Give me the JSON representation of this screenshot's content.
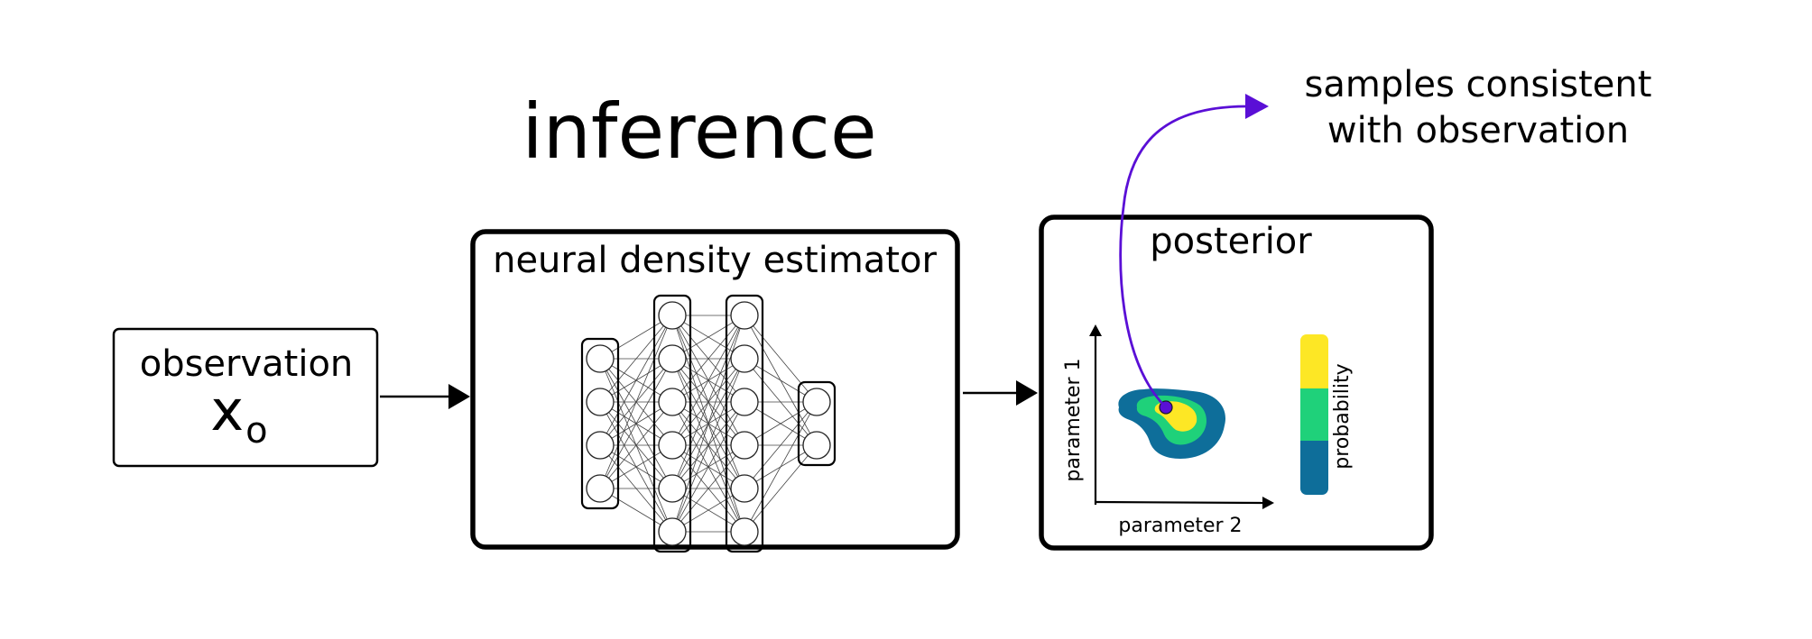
{
  "title": "inference",
  "observation": {
    "label": "observation",
    "symbol": "x",
    "subscript": "o"
  },
  "estimator": {
    "label": "neural density estimator",
    "layers": [
      4,
      6,
      6,
      2
    ]
  },
  "posterior": {
    "label": "posterior",
    "y_axis_label": "parameter 1",
    "x_axis_label": "parameter 2",
    "colorbar_label": "probability"
  },
  "annotation": {
    "line1": "samples consistent",
    "line2": "with observation"
  },
  "colors": {
    "high": "#fde725",
    "mid": "#1fd17a",
    "low": "#0e6e9a",
    "sample": "#5a0fd6",
    "outline": "#000000"
  }
}
